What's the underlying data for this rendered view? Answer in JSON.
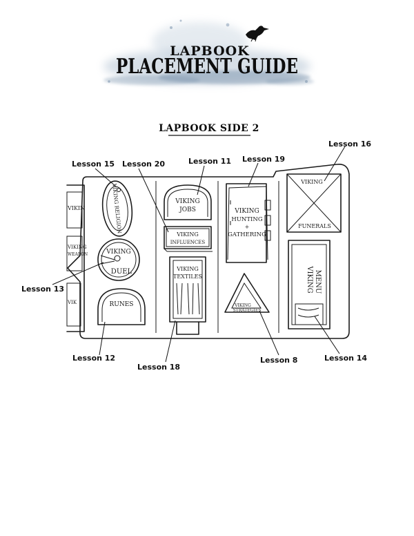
{
  "header": {
    "title_small": "LAPBOOK",
    "title_large": "PLACEMENT GUIDE",
    "subtitle": "LAPBOOK SIDE 2"
  },
  "items": {
    "religion": "VIKING RELIGION",
    "duel_1": "VIKING",
    "duel_2": "DUEL",
    "runes": "RUNES",
    "jobs_1": "VIKING",
    "jobs_2": "JOBS",
    "infl_1": "VIKING",
    "infl_2": "INFLUENCES",
    "textiles_1": "VIKING",
    "textiles_2": "TEXTILES",
    "hunt_1": "VIKING",
    "hunt_2": "HUNTING",
    "hunt_3": "+",
    "hunt_4": "GATHERING",
    "strat_1": "VIKING",
    "strat_2": "STRATEGIES",
    "fun_1": "VIKING",
    "fun_2": "FUNERALS",
    "menu_1": "VIKING",
    "menu_2": "MENU",
    "left_1": "VIKIN",
    "left_2": "VIKING",
    "left_3": "WEAPON",
    "left_4": "VIK"
  },
  "lessons": {
    "l15": "Lesson 15",
    "l20": "Lesson 20",
    "l11": "Lesson 11",
    "l19": "Lesson 19",
    "l16": "Lesson 16",
    "l13": "Lesson 13",
    "l12": "Lesson 12",
    "l18": "Lesson 18",
    "l8": "Lesson 8",
    "l14": "Lesson 14"
  },
  "colors": {
    "splash": "#8ea6bd",
    "ink": "#1a1a1a"
  }
}
